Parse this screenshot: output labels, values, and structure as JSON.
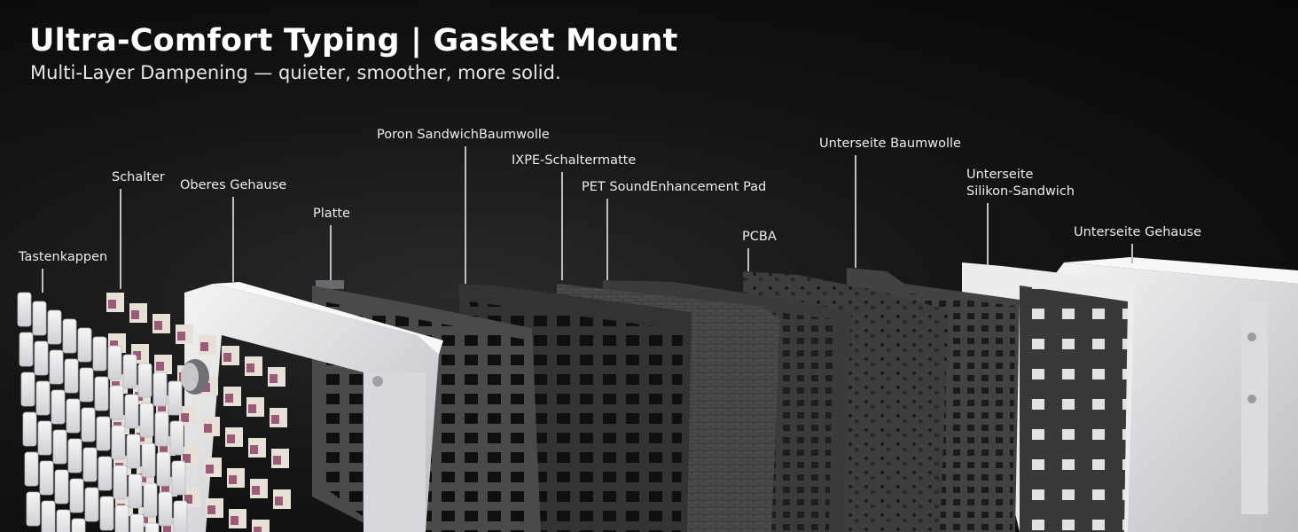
{
  "headline": "Ultra-Comfort Typing | Gasket Mount",
  "subheadline": "Multi-Layer Dampening — quieter, smoother, more solid.",
  "layers": [
    {
      "id": "keycaps",
      "label": "Tastenkappen"
    },
    {
      "id": "switches",
      "label": "Schalter"
    },
    {
      "id": "top-case",
      "label": "Oberes Gehause"
    },
    {
      "id": "plate",
      "label": "Platte"
    },
    {
      "id": "poron",
      "label": "Poron SandwichBaumwolle"
    },
    {
      "id": "ixpe",
      "label": "IXPE-Schaltermatte"
    },
    {
      "id": "pet",
      "label": "PET SoundEnhancement Pad"
    },
    {
      "id": "pcba",
      "label": "PCBA"
    },
    {
      "id": "bottom-cotton",
      "label": "Unterseite Baumwolle"
    },
    {
      "id": "bottom-silicone",
      "label_line1": "Unterseite",
      "label_line2": "Silikon-Sandwich"
    },
    {
      "id": "bottom-case",
      "label": "Unterseite Gehause"
    }
  ],
  "colors": {
    "background": "#0b0b0c",
    "white_part": "#e9e9ec",
    "dark_layer": "#3a3a3c",
    "switch_stem": "#9a5a78",
    "leader": "#bfbfbf",
    "text": "#ffffff"
  }
}
